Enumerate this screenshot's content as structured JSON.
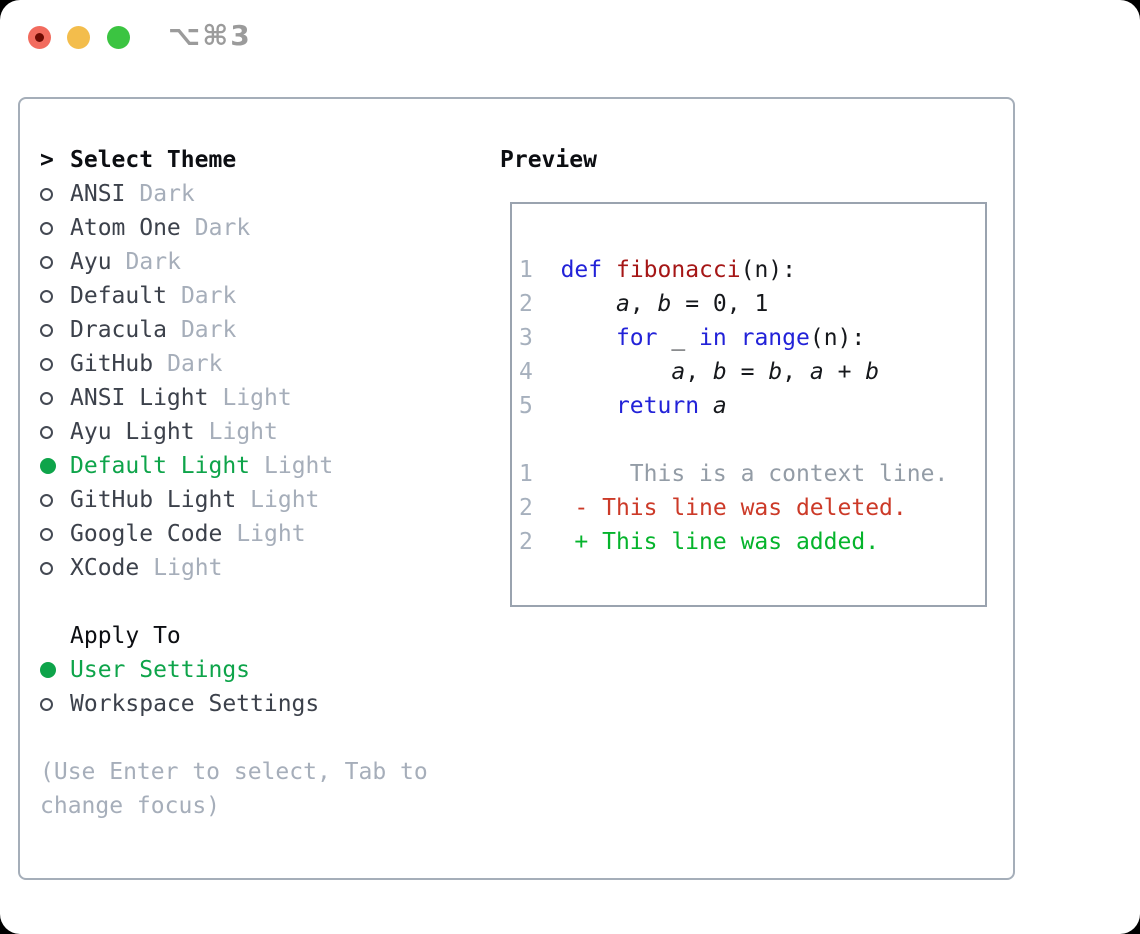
{
  "titlebar": {
    "title": "⌥⌘3",
    "controls": [
      "close-icon",
      "minimize-icon",
      "zoom-icon"
    ]
  },
  "colors": {
    "selected_green": "#0ea44a",
    "added_green": "#05b42c",
    "deleted_red": "#cc3a28",
    "keyword_blue": "#2222d8",
    "function_red": "#a51616",
    "muted_gray": "#a6aeba",
    "panel_border": "#a5aeb9"
  },
  "theme_menu": {
    "header": {
      "prefix": ">",
      "label": "Select Theme"
    },
    "items": [
      {
        "name": "ANSI",
        "variant": "Dark",
        "selected": false
      },
      {
        "name": "Atom One",
        "variant": "Dark",
        "selected": false
      },
      {
        "name": "Ayu",
        "variant": "Dark",
        "selected": false
      },
      {
        "name": "Default",
        "variant": "Dark",
        "selected": false
      },
      {
        "name": "Dracula",
        "variant": "Dark",
        "selected": false
      },
      {
        "name": "GitHub",
        "variant": "Dark",
        "selected": false
      },
      {
        "name": "ANSI Light",
        "variant": "Light",
        "selected": false
      },
      {
        "name": "Ayu Light",
        "variant": "Light",
        "selected": false
      },
      {
        "name": "Default Light",
        "variant": "Light",
        "selected": true
      },
      {
        "name": "GitHub Light",
        "variant": "Light",
        "selected": false
      },
      {
        "name": "Google Code",
        "variant": "Light",
        "selected": false
      },
      {
        "name": "XCode",
        "variant": "Light",
        "selected": false
      }
    ]
  },
  "apply_to": {
    "header": "Apply To",
    "options": [
      {
        "label": "User Settings",
        "selected": true
      },
      {
        "label": "Workspace Settings",
        "selected": false
      }
    ]
  },
  "footer_lines": [
    "(Use Enter to select, Tab to",
    "change focus)"
  ],
  "preview": {
    "header": "Preview",
    "lines": [
      {
        "num": "",
        "tokens": []
      },
      {
        "num": "1",
        "tokens": [
          {
            "t": "  "
          },
          {
            "t": "def",
            "c": "kw"
          },
          {
            "t": " "
          },
          {
            "t": "fibonacci",
            "c": "fn"
          },
          {
            "t": "(n):"
          }
        ]
      },
      {
        "num": "2",
        "tokens": [
          {
            "t": "      "
          },
          {
            "t": "a",
            "c": "v"
          },
          {
            "t": ", "
          },
          {
            "t": "b",
            "c": "v"
          },
          {
            "t": " = 0, 1"
          }
        ]
      },
      {
        "num": "3",
        "tokens": [
          {
            "t": "      "
          },
          {
            "t": "for",
            "c": "kw"
          },
          {
            "t": " _ "
          },
          {
            "t": "in",
            "c": "kw"
          },
          {
            "t": " "
          },
          {
            "t": "range",
            "c": "kw"
          },
          {
            "t": "(n):"
          }
        ]
      },
      {
        "num": "4",
        "tokens": [
          {
            "t": "          "
          },
          {
            "t": "a",
            "c": "v"
          },
          {
            "t": ", "
          },
          {
            "t": "b",
            "c": "v"
          },
          {
            "t": " = "
          },
          {
            "t": "b",
            "c": "v"
          },
          {
            "t": ", "
          },
          {
            "t": "a",
            "c": "v"
          },
          {
            "t": " + "
          },
          {
            "t": "b",
            "c": "v"
          }
        ]
      },
      {
        "num": "5",
        "tokens": [
          {
            "t": "      "
          },
          {
            "t": "return",
            "c": "kw"
          },
          {
            "t": " "
          },
          {
            "t": "a",
            "c": "v"
          }
        ]
      },
      {
        "num": "",
        "tokens": []
      },
      {
        "num": "1",
        "tokens": [
          {
            "t": "       This is a context line.",
            "c": "ctx"
          }
        ]
      },
      {
        "num": "2",
        "tokens": [
          {
            "t": "   "
          },
          {
            "t": "- This line was deleted.",
            "c": "del"
          }
        ]
      },
      {
        "num": "2",
        "tokens": [
          {
            "t": "   "
          },
          {
            "t": "+ This line was added.",
            "c": "add"
          }
        ]
      },
      {
        "num": "",
        "tokens": []
      }
    ]
  }
}
